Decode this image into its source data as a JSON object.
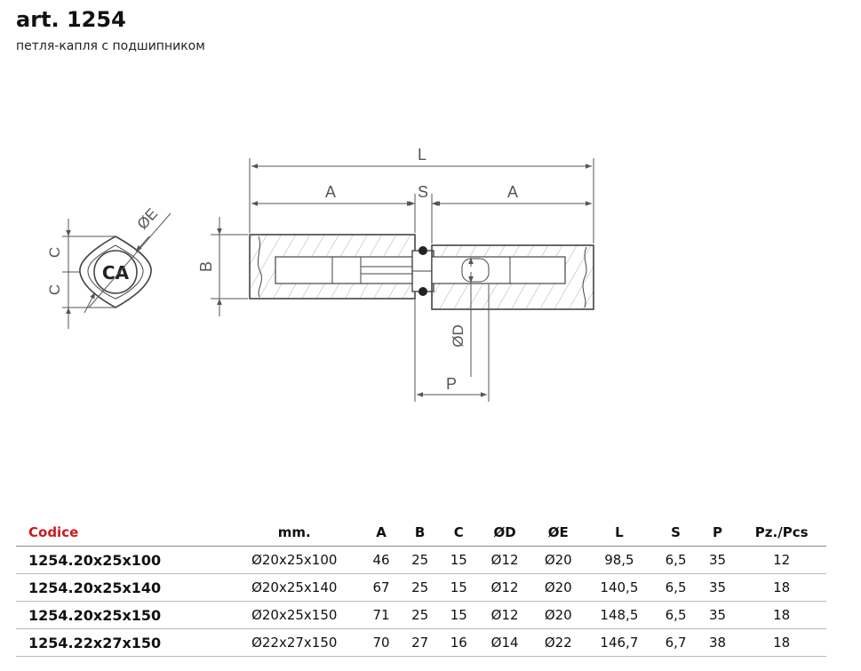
{
  "header": {
    "title": "art. 1254",
    "subtitle": "петля-капля с подшипником"
  },
  "drawing": {
    "labels": {
      "L": "L",
      "A_left": "A",
      "S": "S",
      "A_right": "A",
      "B": "B",
      "C_top": "C",
      "C_bottom": "C",
      "phiE": "ØE",
      "phiD": "ØD",
      "P": "P"
    }
  },
  "table": {
    "columns": [
      "Codice",
      "mm.",
      "A",
      "B",
      "C",
      "ØD",
      "ØE",
      "L",
      "S",
      "P",
      "Pz./Pcs"
    ],
    "rows": [
      [
        "1254.20x25x100",
        "Ø20x25x100",
        "46",
        "25",
        "15",
        "Ø12",
        "Ø20",
        "98,5",
        "6,5",
        "35",
        "12"
      ],
      [
        "1254.20x25x140",
        "Ø20x25x140",
        "67",
        "25",
        "15",
        "Ø12",
        "Ø20",
        "140,5",
        "6,5",
        "35",
        "18"
      ],
      [
        "1254.20x25x150",
        "Ø20x25x150",
        "71",
        "25",
        "15",
        "Ø12",
        "Ø20",
        "148,5",
        "6,5",
        "35",
        "18"
      ],
      [
        "1254.22x27x150",
        "Ø22x27x150",
        "70",
        "27",
        "16",
        "Ø14",
        "Ø22",
        "146,7",
        "6,7",
        "38",
        "18"
      ]
    ]
  }
}
